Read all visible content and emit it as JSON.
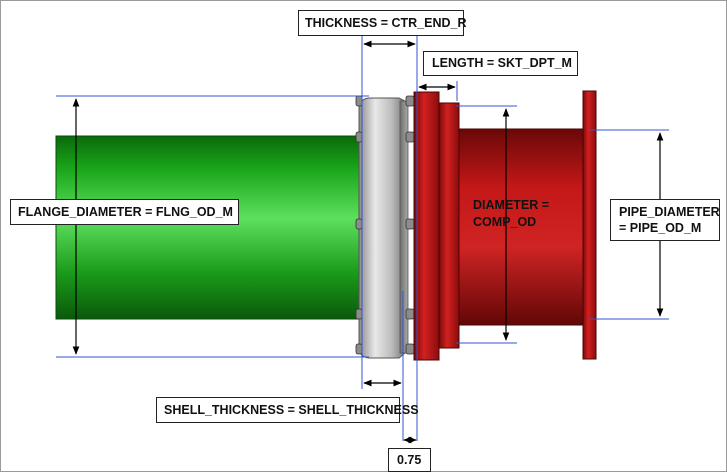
{
  "labels": {
    "thickness": "THICKNESS = CTR_END_R",
    "length": "LENGTH = SKT_DPT_M",
    "flange_diameter": "FLANGE_DIAMETER = FLNG_OD_M",
    "diameter_line1": "DIAMETER  =",
    "diameter_line2": "COMP_OD",
    "pipe_diameter_line1": "PIPE_DIAMETER",
    "pipe_diameter_line2": "= PIPE_OD_M",
    "shell_thickness": "SHELL_THICKNESS = SHELL_THICKNESS",
    "offset": "0.75"
  },
  "colors": {
    "pipe_green": "#1f9e1f",
    "flange_gray": "#c8c8c8",
    "component_red": "#b01414",
    "dimension_line": "#3355cc",
    "arrow": "#000000"
  }
}
